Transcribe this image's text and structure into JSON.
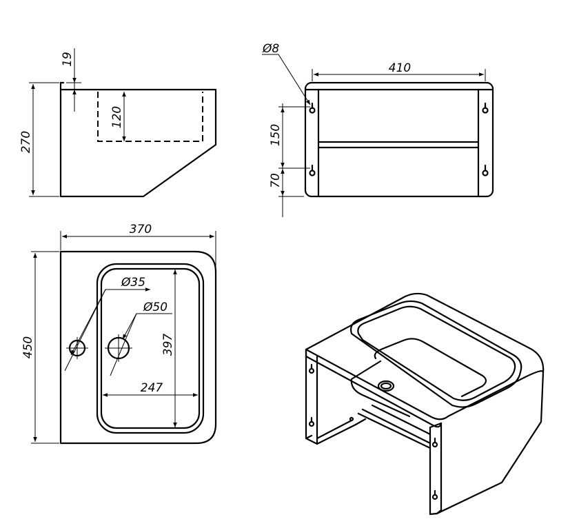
{
  "dimensions": {
    "side_height": "270",
    "side_rim": "19",
    "side_cutout": "120",
    "front_width": "410",
    "hole_diameter": "Ø8",
    "front_spacing_upper": "150",
    "front_spacing_lower": "70",
    "top_width": "370",
    "top_depth": "450",
    "bowl_depth": "397",
    "bowl_width": "247",
    "tap_hole": "Ø35",
    "drain_hole": "Ø50"
  },
  "colors": {
    "line": "#000000",
    "background": "#ffffff"
  }
}
